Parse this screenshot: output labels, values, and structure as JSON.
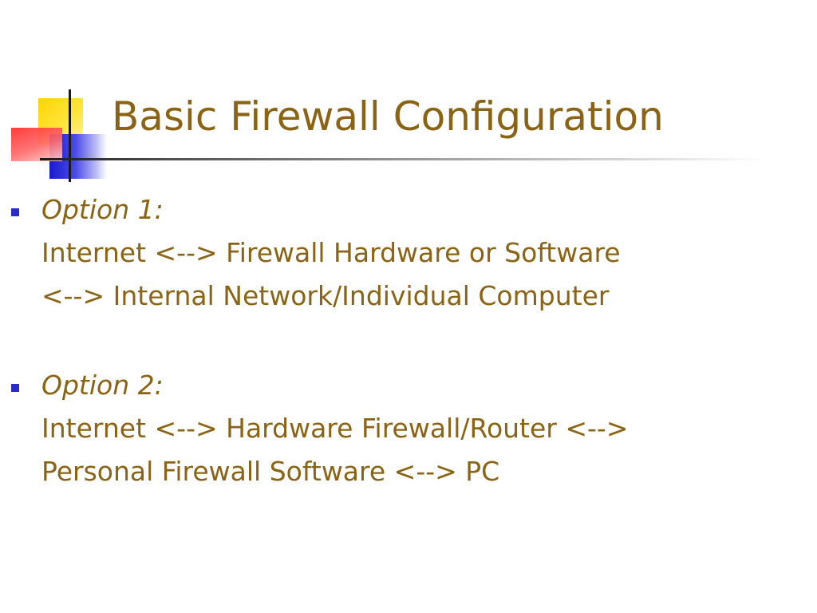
{
  "slide": {
    "title": "Basic Firewall Configuration",
    "bullets": [
      {
        "label": "Option 1:",
        "lines": [
          "Internet <--> Firewall Hardware or Software",
          "<--> Internal Network/Individual Computer"
        ]
      },
      {
        "label": "Option 2:",
        "lines": [
          "Internet <--> Hardware Firewall/Router <-->",
          "Personal Firewall Software <--> PC"
        ]
      }
    ]
  },
  "colors": {
    "text": "#8a6414",
    "bullet": "#2b2bc8",
    "logo_yellow": "#ffd400",
    "logo_blue": "#1a1ad0",
    "logo_red": "#ff2a2a"
  },
  "icons": {
    "bullet": "square-bullet-icon",
    "logo": "corner-squares-logo-icon"
  }
}
